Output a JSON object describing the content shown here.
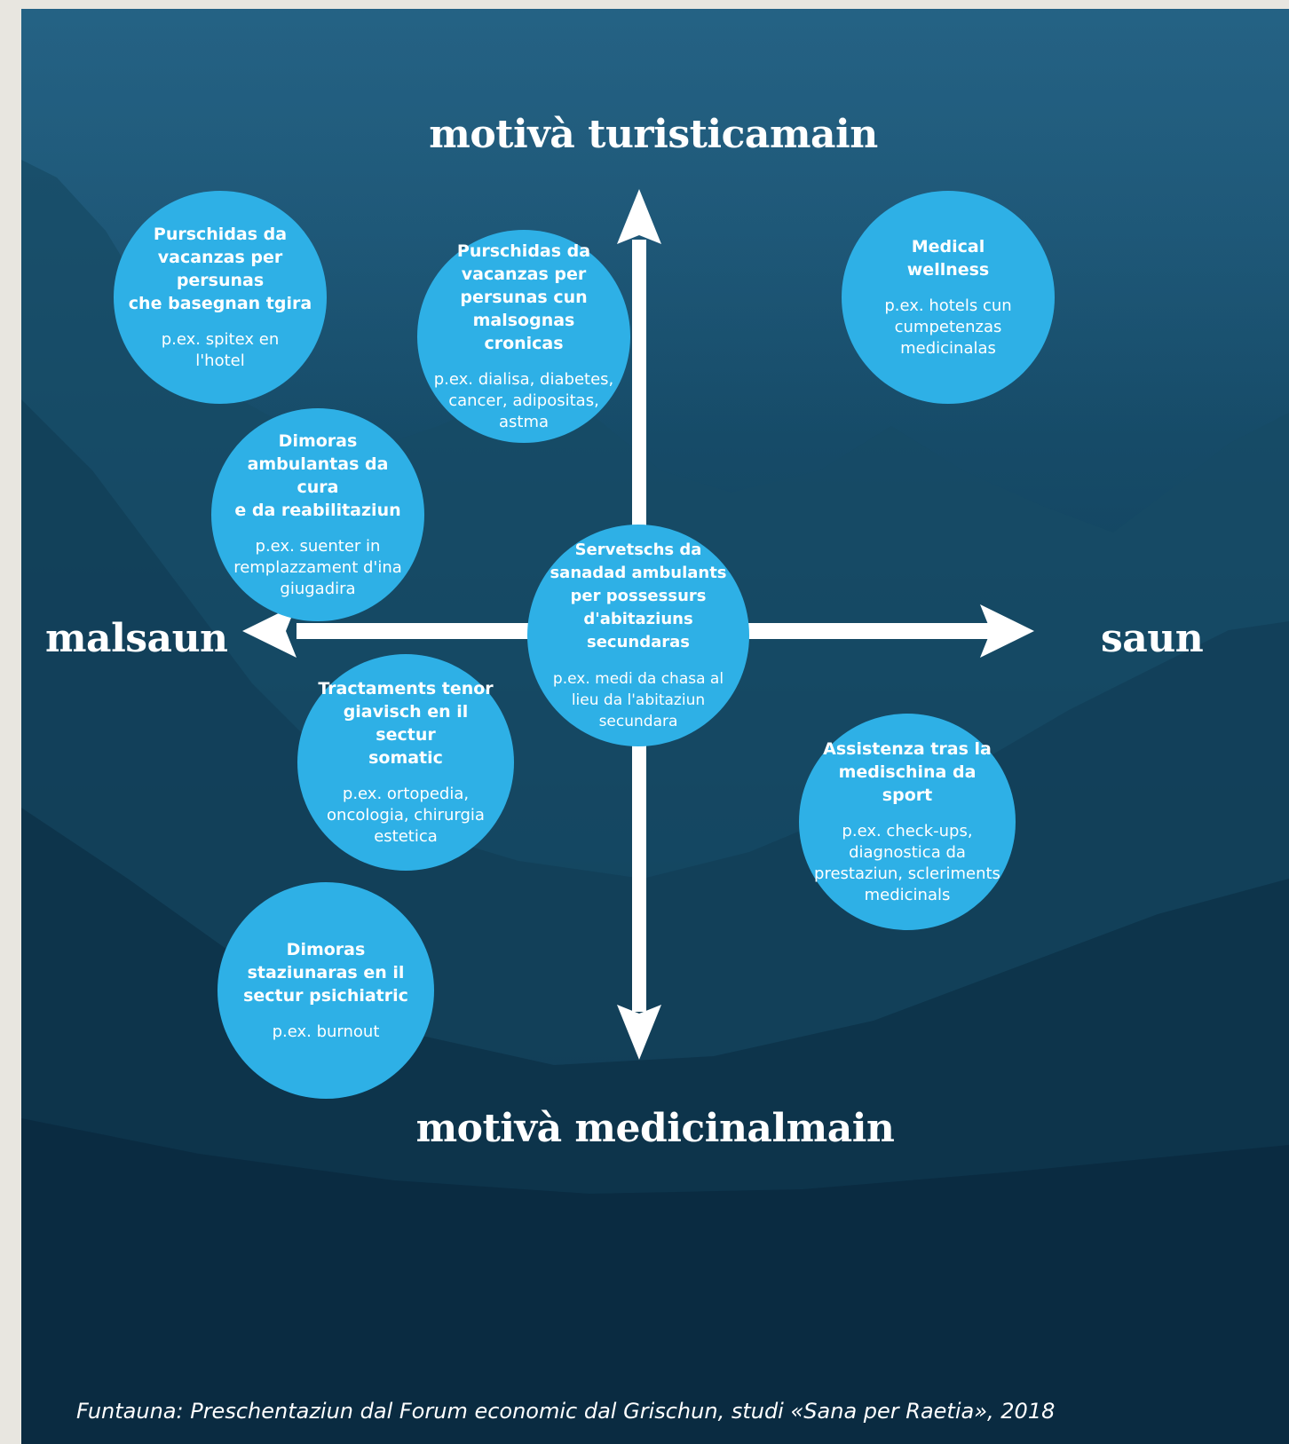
{
  "axes": {
    "top": "motivà turisticamain",
    "bottom": "motivà medicinalmain",
    "left": "malsaun",
    "right": "saun"
  },
  "bubbles": [
    {
      "id": "vacanzas-tgira",
      "title": "Purschidas da\nvacanzas per persunas\nche basegnan tgira",
      "example": "p.ex. spitex en\nl'hotel"
    },
    {
      "id": "vacanzas-cronicas",
      "title": "Purschidas da\nvacanzas per\npersunas cun\nmalsognas cronicas",
      "example": "p.ex. dialisa, diabetes,\ncancer, adipositas,\nastma"
    },
    {
      "id": "medical-wellness",
      "title": "Medical\nwellness",
      "example": "p.ex. hotels cun\ncumpetenzas\nmedicinalas"
    },
    {
      "id": "dimoras-cura",
      "title": "Dimoras\nambulantas da cura\ne da reabilitaziun",
      "example": "p.ex. suenter in\nremplazzament d'ina\ngiugadira"
    },
    {
      "id": "servetschs",
      "title": "Servetschs da\nsanadad ambulants\nper possessurs\nd'abitaziuns secundaras",
      "example": "p.ex. medi da chasa al\nlieu da l'abitaziun\nsecundara"
    },
    {
      "id": "tractaments",
      "title": "Tractaments tenor\ngiavisch en il sectur\nsomatic",
      "example": "p.ex. ortopedia,\noncologia, chirurgia\nestetica"
    },
    {
      "id": "assistenza",
      "title": "Assistenza tras la\nmedischina da sport",
      "example": "p.ex. check-ups,\ndiagnostica da\nprestaziun, scleriments\nmedicinals"
    },
    {
      "id": "dimoras-psichiatric",
      "title": "Dimoras\nstaziunaras en il\nsectur psichiatric",
      "example": "p.ex. burnout"
    }
  ],
  "source": "Funtauna: Preschentaziun dal Forum economic dal Grischun, studi «Sana per Raetia», 2018",
  "colors": {
    "bubble": "#2eb0e6",
    "background": "#164b68",
    "arrow": "#ffffff"
  }
}
